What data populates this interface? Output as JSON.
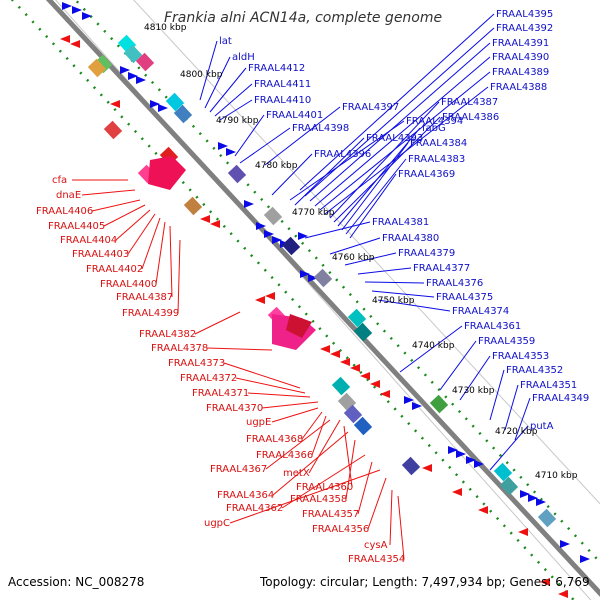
{
  "title": "Frankia alni ACN14a, complete genome",
  "footer": {
    "accession": "Accession: NC_008278",
    "summary": "Topology: circular; Length: 7,497,934 bp; Genes: 6,769"
  },
  "colors": {
    "forward": "#0a0ae6",
    "reverse": "#ee1111",
    "backbone": "#808080",
    "dots": "#1b8a1b"
  },
  "kbp_ticks": [
    "4810 kbp",
    "4800 kbp",
    "4790 kbp",
    "4780 kbp",
    "4770 kbp",
    "4760 kbp",
    "4750 kbp",
    "4740 kbp",
    "4730 kbp",
    "4720 kbp",
    "4710 kbp"
  ],
  "blue_labels": [
    "lat",
    "aldH",
    "FRAAL4412",
    "FRAAL4411",
    "FRAAL4410",
    "FRAAL4401",
    "FRAAL4398",
    "FRAAL4397",
    "FRAAL4396",
    "FRAAL4395",
    "FRAAL4392",
    "FRAAL4391",
    "FRAAL4390",
    "FRAAL4389",
    "FRAAL4388",
    "FRAAL4387",
    "FRAAL4386",
    "fabG",
    "FRAAL4394",
    "FRAAL4393",
    "FRAAL4384",
    "FRAAL4383",
    "FRAAL4369",
    "FRAAL4381",
    "FRAAL4380",
    "FRAAL4379",
    "FRAAL4377",
    "FRAAL4376",
    "FRAAL4375",
    "FRAAL4374",
    "FRAAL4361",
    "FRAAL4359",
    "FRAAL4353",
    "FRAAL4352",
    "FRAAL4351",
    "FRAAL4349",
    "putA"
  ],
  "red_labels": [
    "cfa",
    "dnaE",
    "FRAAL4406",
    "FRAAL4405",
    "FRAAL4404",
    "FRAAL4403",
    "FRAAL4402",
    "FRAAL4400",
    "FRAAL4387",
    "FRAAL4399",
    "FRAAL4382",
    "FRAAL4378",
    "FRAAL4373",
    "FRAAL4372",
    "FRAAL4371",
    "FRAAL4370",
    "ugpE",
    "FRAAL4368",
    "FRAAL4366",
    "FRAAL4367",
    "metX",
    "FRAAL4360",
    "FRAAL4364",
    "FRAAL4358",
    "FRAAL4362",
    "FRAAL4357",
    "ugpC",
    "FRAAL4356",
    "cysA",
    "FRAAL4354"
  ]
}
